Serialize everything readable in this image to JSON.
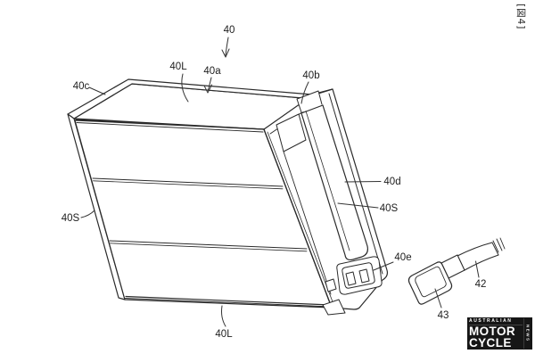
{
  "figure": {
    "tag": "[図4]",
    "labels": {
      "l40": "40",
      "l40L_top": "40L",
      "l40a": "40a",
      "l40b": "40b",
      "l40c": "40c",
      "l40S_left": "40S",
      "l40d": "40d",
      "l40S_right": "40S",
      "l40e": "40e",
      "l42": "42",
      "l43": "43",
      "l40L_bottom": "40L"
    }
  },
  "watermark": {
    "line1": "AUSTRALIAN",
    "line2": "MOTOR",
    "line3": "CYCLE",
    "side": "NEWS",
    "bg": "#161616",
    "fg": "#ffffff"
  },
  "colors": {
    "ink": "#2b2b2b",
    "paper": "#ffffff"
  }
}
